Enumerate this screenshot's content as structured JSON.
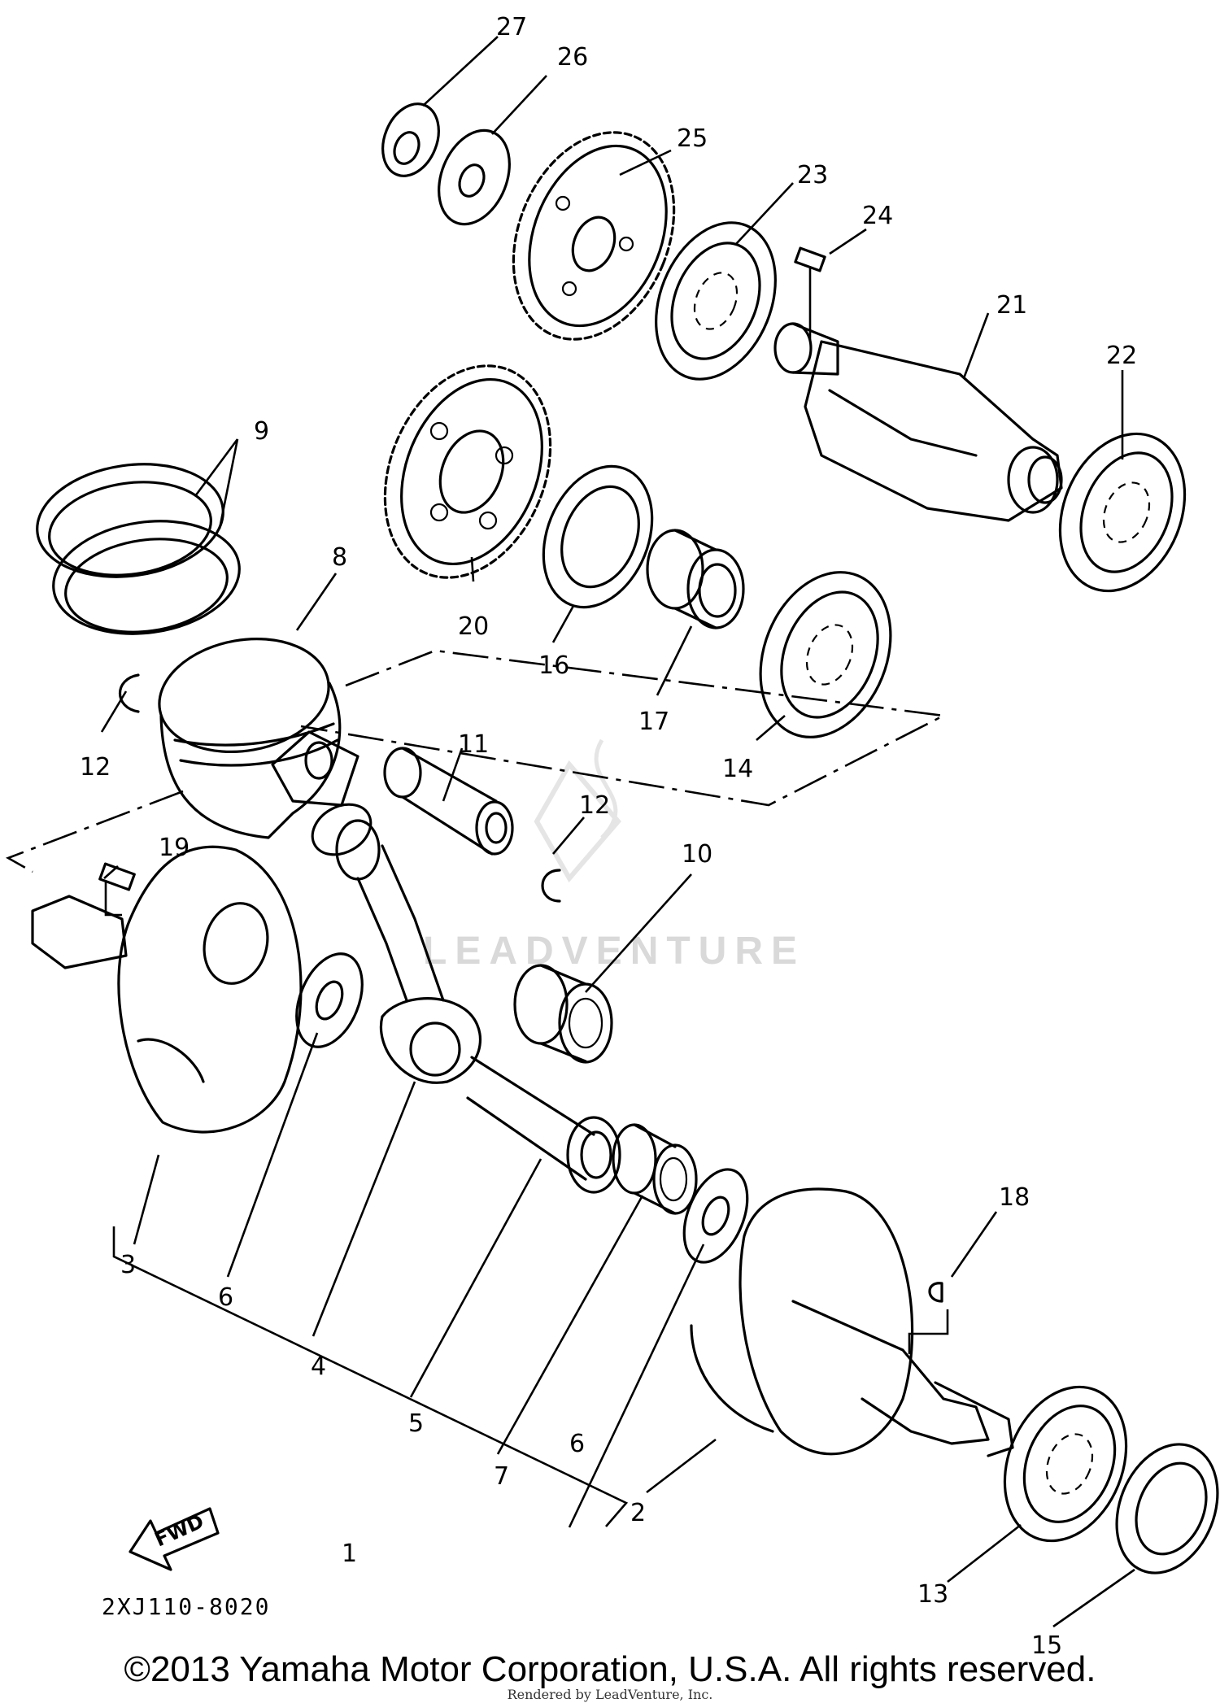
{
  "callouts": [
    "27",
    "26",
    "25",
    "23",
    "24",
    "21",
    "22",
    "9",
    "8",
    "20",
    "16",
    "17",
    "14",
    "12",
    "11",
    "12",
    "19",
    "10",
    "3",
    "6",
    "4",
    "5",
    "7",
    "6",
    "1",
    "2",
    "18",
    "13",
    "15"
  ],
  "fwd_label": "FWD",
  "diagram_code": "2XJ110-8020",
  "watermark": "LEADVENTURE",
  "copyright": "©2013 Yamaha Motor Corporation, U.S.A. All rights reserved.",
  "rendered_by": "Rendered by LeadVenture, Inc."
}
